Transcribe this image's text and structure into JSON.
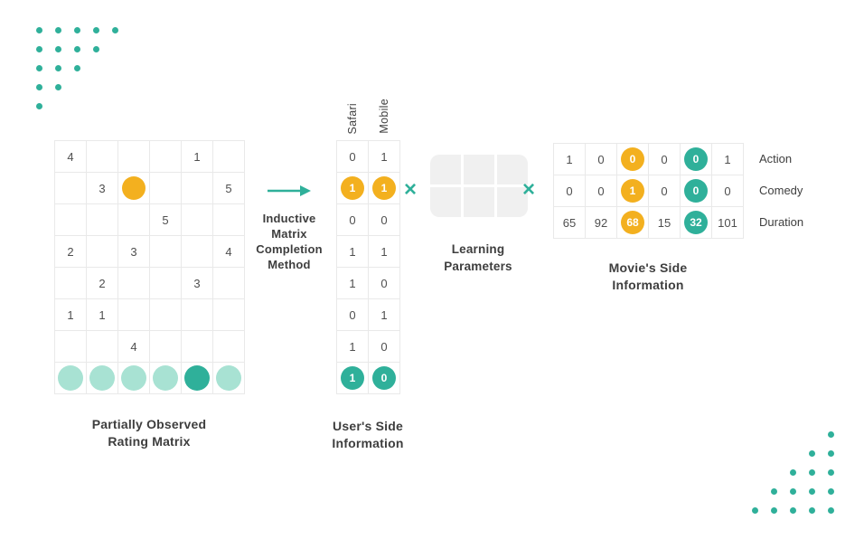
{
  "colors": {
    "teal": "#2fb09a",
    "teal_light": "#a8e2d3",
    "yellow": "#f3b01f",
    "grid": "#e9e9e9",
    "text": "#3e3e3e",
    "number": "#4f4f4f",
    "param_fill": "#f0f0f0"
  },
  "multiply": "×",
  "arrow_label": [
    "Inductive",
    "Matrix",
    "Completion",
    "Method"
  ],
  "rating_matrix": {
    "caption": [
      "Partially Observed",
      "Rating Matrix"
    ],
    "rows": [
      [
        {
          "t": "4"
        },
        {},
        {},
        {},
        {
          "t": "1"
        },
        {}
      ],
      [
        {},
        {
          "t": "3"
        },
        {
          "circle": "yellow"
        },
        {},
        {},
        {
          "t": "5"
        }
      ],
      [
        {},
        {},
        {},
        {
          "t": "5"
        },
        {},
        {}
      ],
      [
        {
          "t": "2"
        },
        {},
        {
          "t": "3"
        },
        {},
        {},
        {
          "t": "4"
        }
      ],
      [
        {},
        {
          "t": "2"
        },
        {},
        {},
        {
          "t": "3"
        },
        {}
      ],
      [
        {
          "t": "1"
        },
        {
          "t": "1"
        },
        {},
        {},
        {},
        {}
      ],
      [
        {},
        {},
        {
          "t": "4"
        },
        {},
        {},
        {}
      ],
      [
        {
          "circle": "teal-light"
        },
        {
          "circle": "teal-light"
        },
        {
          "circle": "teal-light"
        },
        {
          "circle": "teal-light"
        },
        {
          "circle": "teal-solid"
        },
        {
          "circle": "teal-light"
        }
      ]
    ]
  },
  "user_matrix": {
    "caption": [
      "User's Side",
      "Information"
    ],
    "col_headers": [
      "Safari",
      "Mobile"
    ],
    "rows": [
      [
        {
          "t": "0"
        },
        {
          "t": "1"
        }
      ],
      [
        {
          "t": "1",
          "circle": "yellow"
        },
        {
          "t": "1",
          "circle": "yellow"
        }
      ],
      [
        {
          "t": "0"
        },
        {
          "t": "0"
        }
      ],
      [
        {
          "t": "1"
        },
        {
          "t": "1"
        }
      ],
      [
        {
          "t": "1"
        },
        {
          "t": "0"
        }
      ],
      [
        {
          "t": "0"
        },
        {
          "t": "1"
        }
      ],
      [
        {
          "t": "1"
        },
        {
          "t": "0"
        }
      ],
      [
        {
          "t": "1",
          "circle": "teal"
        },
        {
          "t": "0",
          "circle": "teal"
        }
      ]
    ]
  },
  "learning_parameters": {
    "caption": [
      "Learning",
      "Parameters"
    ],
    "rows": 2,
    "cols": 3
  },
  "movie_matrix": {
    "caption": [
      "Movie's Side",
      "Information"
    ],
    "row_labels": [
      "Action",
      "Comedy",
      "Duration"
    ],
    "rows": [
      [
        {
          "t": "1"
        },
        {
          "t": "0"
        },
        {
          "t": "0",
          "circle": "yellow"
        },
        {
          "t": "0"
        },
        {
          "t": "0",
          "circle": "teal"
        },
        {
          "t": "1"
        }
      ],
      [
        {
          "t": "0"
        },
        {
          "t": "0"
        },
        {
          "t": "1",
          "circle": "yellow"
        },
        {
          "t": "0"
        },
        {
          "t": "0",
          "circle": "teal"
        },
        {
          "t": "0"
        }
      ],
      [
        {
          "t": "65"
        },
        {
          "t": "92"
        },
        {
          "t": "68",
          "circle": "yellow"
        },
        {
          "t": "15"
        },
        {
          "t": "32",
          "circle": "teal"
        },
        {
          "t": "101"
        }
      ]
    ]
  },
  "decor": {
    "top_left_rows": [
      5,
      4,
      3,
      2,
      1
    ],
    "bottom_right_rows": [
      1,
      2,
      3,
      4,
      5
    ]
  }
}
